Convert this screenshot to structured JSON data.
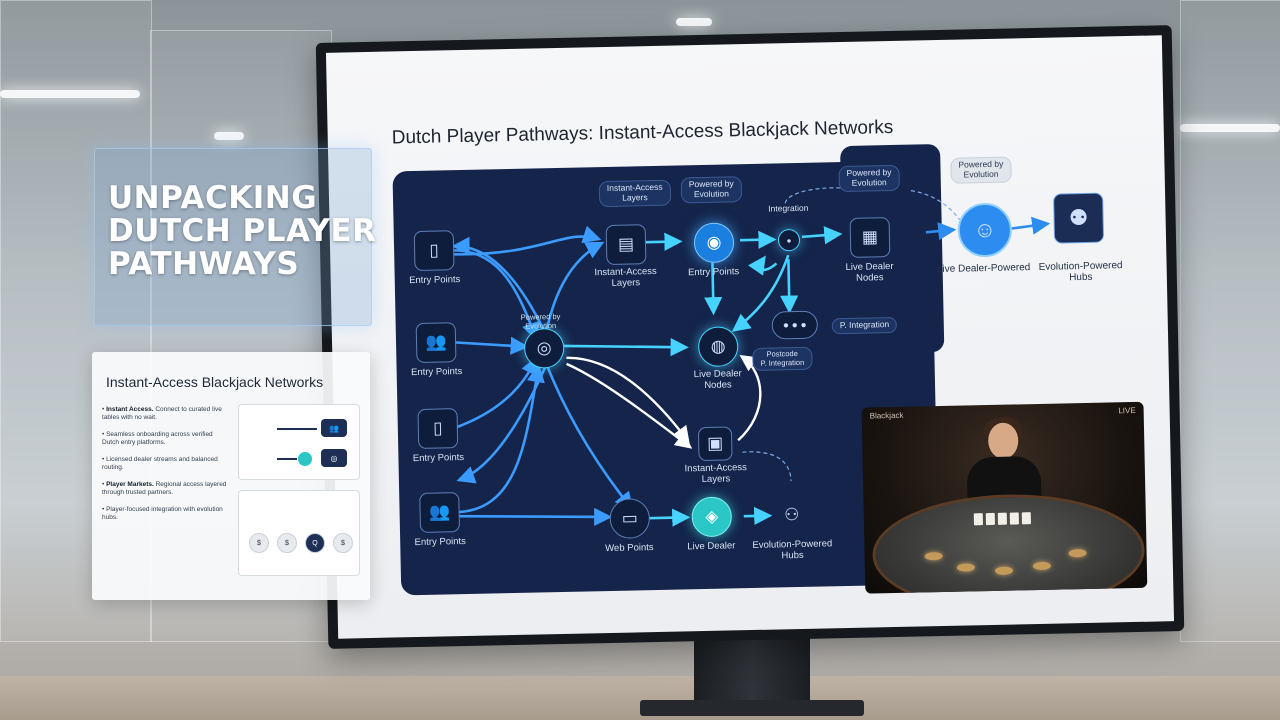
{
  "overlay": {
    "heading_lines": [
      "UNPACKING",
      "DUTCH PLAYER",
      "PATHWAYS"
    ]
  },
  "side_card": {
    "title": "Instant-Access Blackjack Networks",
    "bullets": [
      {
        "bold": "Instant Access.",
        "text": "Connect to curated live tables with no wait."
      },
      {
        "bold": "",
        "text": "Seamless onboarding across verified Dutch entry platforms."
      },
      {
        "bold": "",
        "text": "Licensed dealer streams and balanced routing."
      },
      {
        "bold": "Player Markets.",
        "text": "Regional access layered through trusted partners."
      },
      {
        "bold": "",
        "text": "Player-focused integration with evolution hubs."
      }
    ],
    "dot_labels": [
      "$",
      "$",
      "Q",
      "$"
    ]
  },
  "screen": {
    "title": "Dutch Player Pathways: Instant-Access Blackjack Networks"
  },
  "diagram": {
    "left_column": [
      "Entry Points",
      "Entry Points",
      "Entry Points",
      "Entry Points"
    ],
    "pill_instant": "Instant-Access\nLayers",
    "pill_powered_top": "Powered by\nEvolution",
    "label_instant_layers": "Instant-Access\nLayers",
    "label_entry_points_mid": "Entry Points",
    "label_integration": "Integration",
    "pill_powered_right": "Powered by\nEvolution",
    "label_live_dealer_nodes_top": "Live Dealer\nNodes",
    "hub_powered": "Powered by\nEvolution",
    "label_live_dealer_nodes_mid": "Live Dealer\nNodes",
    "pill_p_integration": "P. Integration",
    "pill_p_integration_2": "Postcode\nP. Integration",
    "label_instant_layers_low": "Instant-Access\nLayers",
    "label_web_points": "Web Points",
    "label_live_dealer": "Live Dealer",
    "label_evolution_hubs_low": "Evolution-Powered\nHubs",
    "ext_pill": "Powered by\nEvolution",
    "ext_live_dealer_powered": "Live Dealer-Powered",
    "ext_evolution_hubs": "Evolution-Powered\nHubs"
  },
  "video": {
    "hud_left": "Blackjack",
    "hud_right": "LIVE"
  },
  "colors": {
    "panel": "#14244a",
    "accent_cyan": "#47d3ff",
    "accent_blue": "#2d8cf0",
    "arrow_white": "#ffffff"
  }
}
